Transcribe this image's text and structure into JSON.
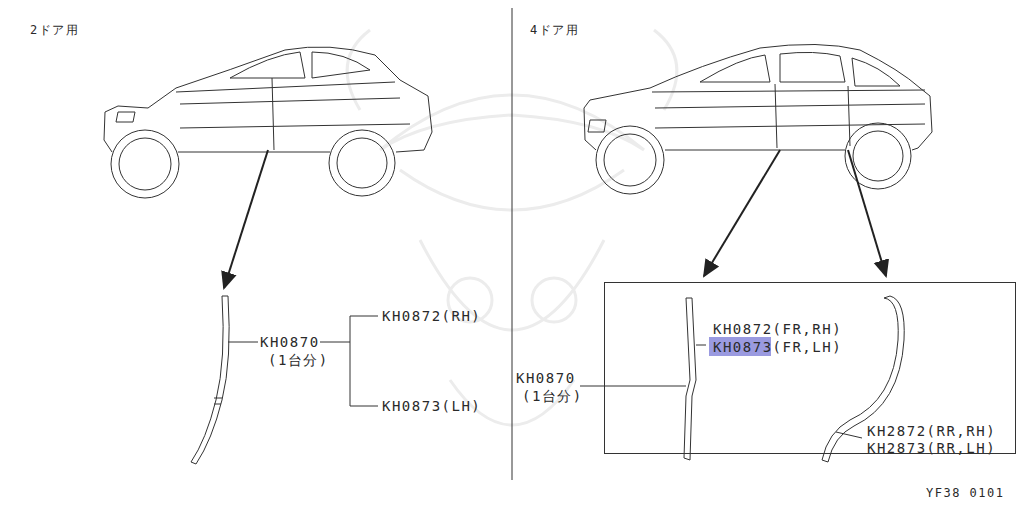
{
  "diagram": {
    "nodes": [
      {
        "text": [
          "KH0872(FR,RH)",
          "KH0873(FR,LH)",
          "KH2872(RR,RH)",
          "KH2873(RR,LH)"
        ]
      }
    ],
    "labels": [
      "2ドア用",
      "4ドア用",
      "KH0870",
      "(1台分)",
      "KH0872(RH)",
      "KH0873(LH)",
      "KH0870",
      "(1台分)",
      "YF38 0101"
    ]
  }
}
